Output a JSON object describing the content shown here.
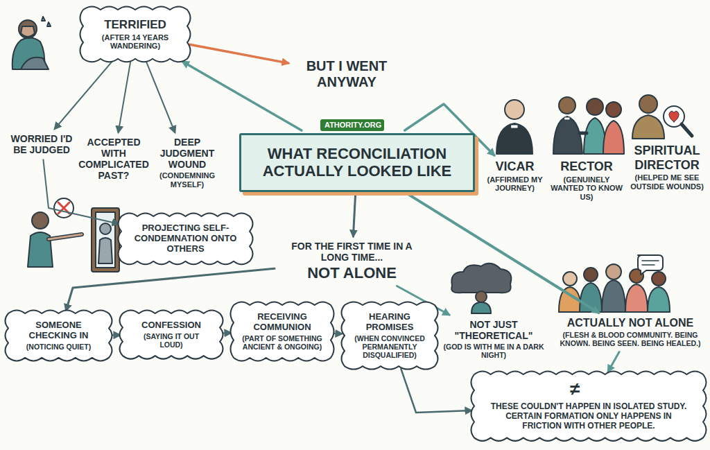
{
  "diagram": {
    "nodes": [
      {
        "text": [
          "TERRIFIED",
          "(AFTER 14 YEARS WANDERING)"
        ]
      },
      {
        "text": [
          "WORRIED I'D BE JUDGED"
        ]
      },
      {
        "text": [
          "ACCEPTED WITH COMPLICATED PAST?"
        ]
      },
      {
        "text": [
          "DEEP JUDGMENT WOUND",
          "(CONDEMNING MYSELF)"
        ]
      },
      {
        "text": [
          "PROJECTING SELF-CONDEMNATION ONTO OTHERS"
        ]
      },
      {
        "text": [
          "BUT I WENT ANYWAY"
        ]
      },
      {
        "text": [
          "ATHORITY.ORG"
        ]
      },
      {
        "text": [
          "WHAT RECONCILIATION ACTUALLY LOOKED LIKE"
        ]
      },
      {
        "text": [
          "VICAR",
          "(AFFIRMED MY JOURNEY)"
        ]
      },
      {
        "text": [
          "RECTOR",
          "(GENUINELY WANTED TO KNOW US)"
        ]
      },
      {
        "text": [
          "SPIRITUAL DIRECTOR",
          "(HELPED ME SEE OUTSIDE WOUNDS)"
        ]
      },
      {
        "text": [
          "FOR THE FIRST TIME IN A LONG TIME...",
          "NOT ALONE"
        ]
      },
      {
        "text": [
          "NOT JUST \"THEORETICAL\"",
          "(GOD IS WITH ME IN A DARK NIGHT)"
        ]
      },
      {
        "text": [
          "ACTUALLY NOT ALONE",
          "(FLESH & BLOOD COMMUNITY. BEING KNOWN. BEING SEEN. BEING HEALED.)"
        ]
      },
      {
        "text": [
          "SOMEONE CHECKING IN",
          "(NOTICING QUIET)"
        ]
      },
      {
        "text": [
          "CONFESSION",
          "(SAYING IT OUT LOUD)"
        ]
      },
      {
        "text": [
          "RECEIVING COMMUNION",
          "(PART OF SOMETHING ANCIENT & ONGOING)"
        ]
      },
      {
        "text": [
          "HEARING PROMISES",
          "(WHEN CONVINCED PERMANENTLY DISQUALIFIED)"
        ]
      },
      {
        "text": [
          "THESE COULDN'T HAPPEN IN ISOLATED STUDY. CERTAIN FORMATION ONLY HAPPENS IN FRICTION WITH OTHER PEOPLE."
        ]
      }
    ],
    "edges": [
      {
        "from": 0,
        "to": 5,
        "arrow": "to"
      },
      {
        "from": 7,
        "to": 0,
        "arrow": "to"
      },
      {
        "from": 7,
        "to": 8,
        "arrow": "to"
      },
      {
        "from": 0,
        "to": 1,
        "arrow": "to"
      },
      {
        "from": 0,
        "to": 2,
        "arrow": "to"
      },
      {
        "from": 0,
        "to": 3,
        "arrow": "to"
      },
      {
        "from": 1,
        "to": 4,
        "arrow": "to"
      },
      {
        "from": 7,
        "to": 13,
        "arrow": "to"
      },
      {
        "from": 7,
        "to": 11,
        "arrow": "to"
      },
      {
        "from": 11,
        "to": 14,
        "arrow": "to"
      },
      {
        "from": 11,
        "to": 12,
        "arrow": "to"
      },
      {
        "from": 14,
        "to": 15,
        "arrow": "to"
      },
      {
        "from": 15,
        "to": 16,
        "arrow": "to"
      },
      {
        "from": 16,
        "to": 17,
        "arrow": "to"
      },
      {
        "from": 17,
        "to": 18,
        "arrow": "to"
      },
      {
        "from": 13,
        "to": 18,
        "arrow": "to"
      }
    ],
    "labels": [
      "≠"
    ]
  }
}
